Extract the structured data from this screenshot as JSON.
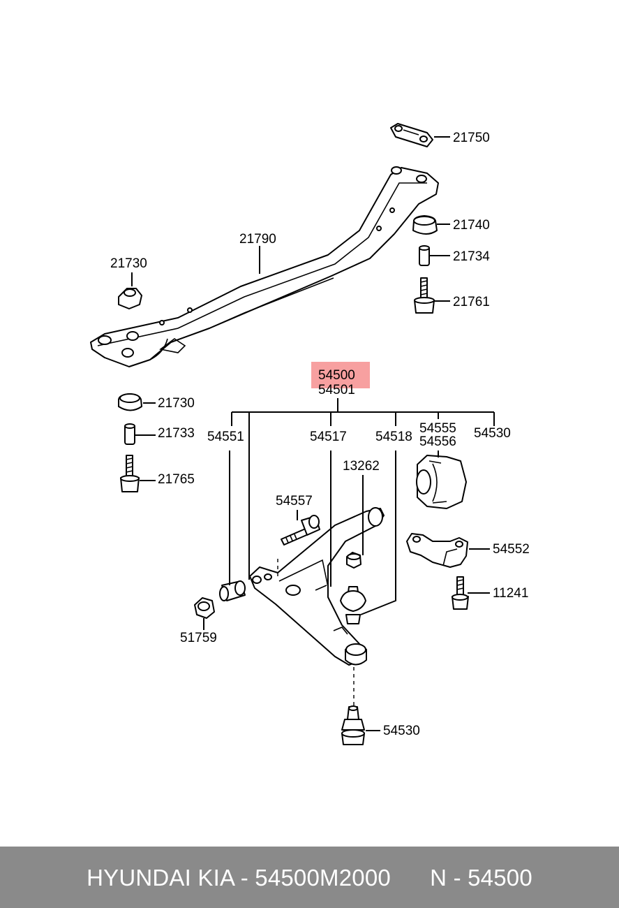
{
  "part_numbers": {
    "p21750": "21750",
    "p21740": "21740",
    "p21734": "21734",
    "p21761": "21761",
    "p21790": "21790",
    "p21730_top": "21730",
    "p21730_bottom": "21730",
    "p21733": "21733",
    "p21765": "21765",
    "p54500": "54500",
    "p54501": "54501",
    "p54551": "54551",
    "p54517": "54517",
    "p54518": "54518",
    "p54555": "54555",
    "p54556": "54556",
    "p54530_top": "54530",
    "p13262": "13262",
    "p54557": "54557",
    "p54552": "54552",
    "p11241": "11241",
    "p51759": "51759",
    "p54530_bottom": "54530"
  },
  "highlight_color": "#f7a0a0",
  "footer": {
    "brand": "HYUNDAI KIA - 54500M2000",
    "ref": "N - 54500",
    "background": "#8a8a8a"
  }
}
